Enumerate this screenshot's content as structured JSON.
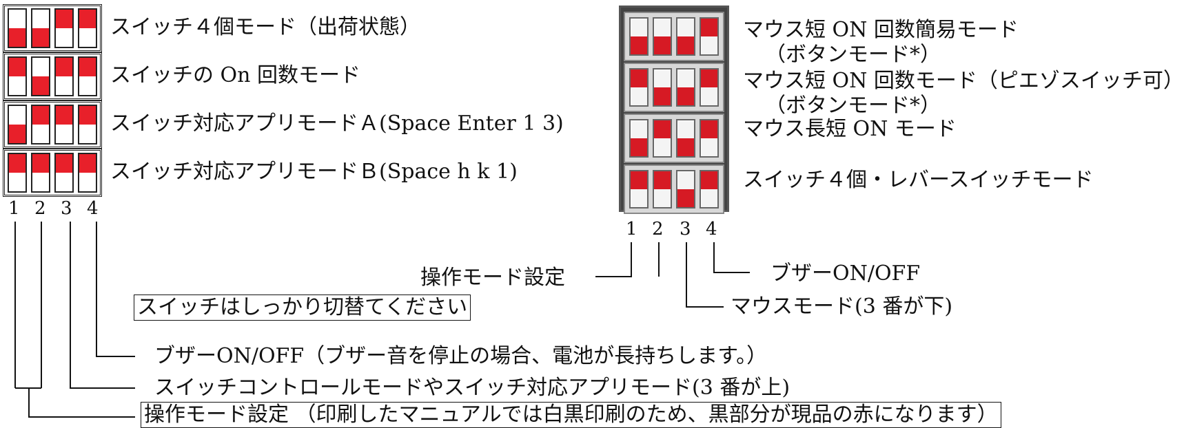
{
  "left_modes": [
    {
      "label": "スイッチ４個モード（出荷状態）",
      "switches": [
        "down",
        "down",
        "up",
        "up"
      ]
    },
    {
      "label": "スイッチの On 回数モード",
      "switches": [
        "up",
        "down",
        "up",
        "up"
      ]
    },
    {
      "label": "スイッチ対応アプリモードＡ(Space Enter 1 3)",
      "switches": [
        "down",
        "up",
        "up",
        "up"
      ]
    },
    {
      "label": "スイッチ対応アプリモードＢ(Space h k 1)",
      "switches": [
        "up",
        "up",
        "up",
        "up"
      ]
    }
  ],
  "left_numbers": [
    "1",
    "2",
    "3",
    "4"
  ],
  "right_modes": [
    {
      "label": "マウス短 ON 回数簡易モード",
      "sub": "（ボタンモード*）",
      "switches": [
        "down",
        "down",
        "down",
        "up"
      ]
    },
    {
      "label": "マウス短 ON 回数モード（ピエゾスイッチ可）",
      "sub": "（ボタンモード*）",
      "switches": [
        "up",
        "down",
        "down",
        "up"
      ]
    },
    {
      "label": "マウス長短 ON モード",
      "sub": "",
      "switches": [
        "down",
        "up",
        "down",
        "up"
      ]
    },
    {
      "label": "スイッチ４個・レバースイッチモード",
      "sub": "",
      "switches": [
        "up",
        "up",
        "down",
        "up"
      ]
    }
  ],
  "right_numbers": [
    "1",
    "2",
    "3",
    "4"
  ],
  "right_callouts": {
    "operation_mode": "操作モード設定",
    "buzzer": "ブザーON/OFF",
    "mouse_mode": "マウスモード(3 番が下)"
  },
  "note_boxed": "スイッチはしっかり切替てください",
  "left_callouts": {
    "buzzer": "ブザーON/OFF（ブザー音を停止の場合、電池が長持ちします。）",
    "switch_control": "スイッチコントロールモードやスイッチ対応アプリモード(3 番が上)",
    "operation_mode": "操作モード設定 （印刷したマニュアルでは白黒印刷のため、黒部分が現品の赤になります）"
  }
}
